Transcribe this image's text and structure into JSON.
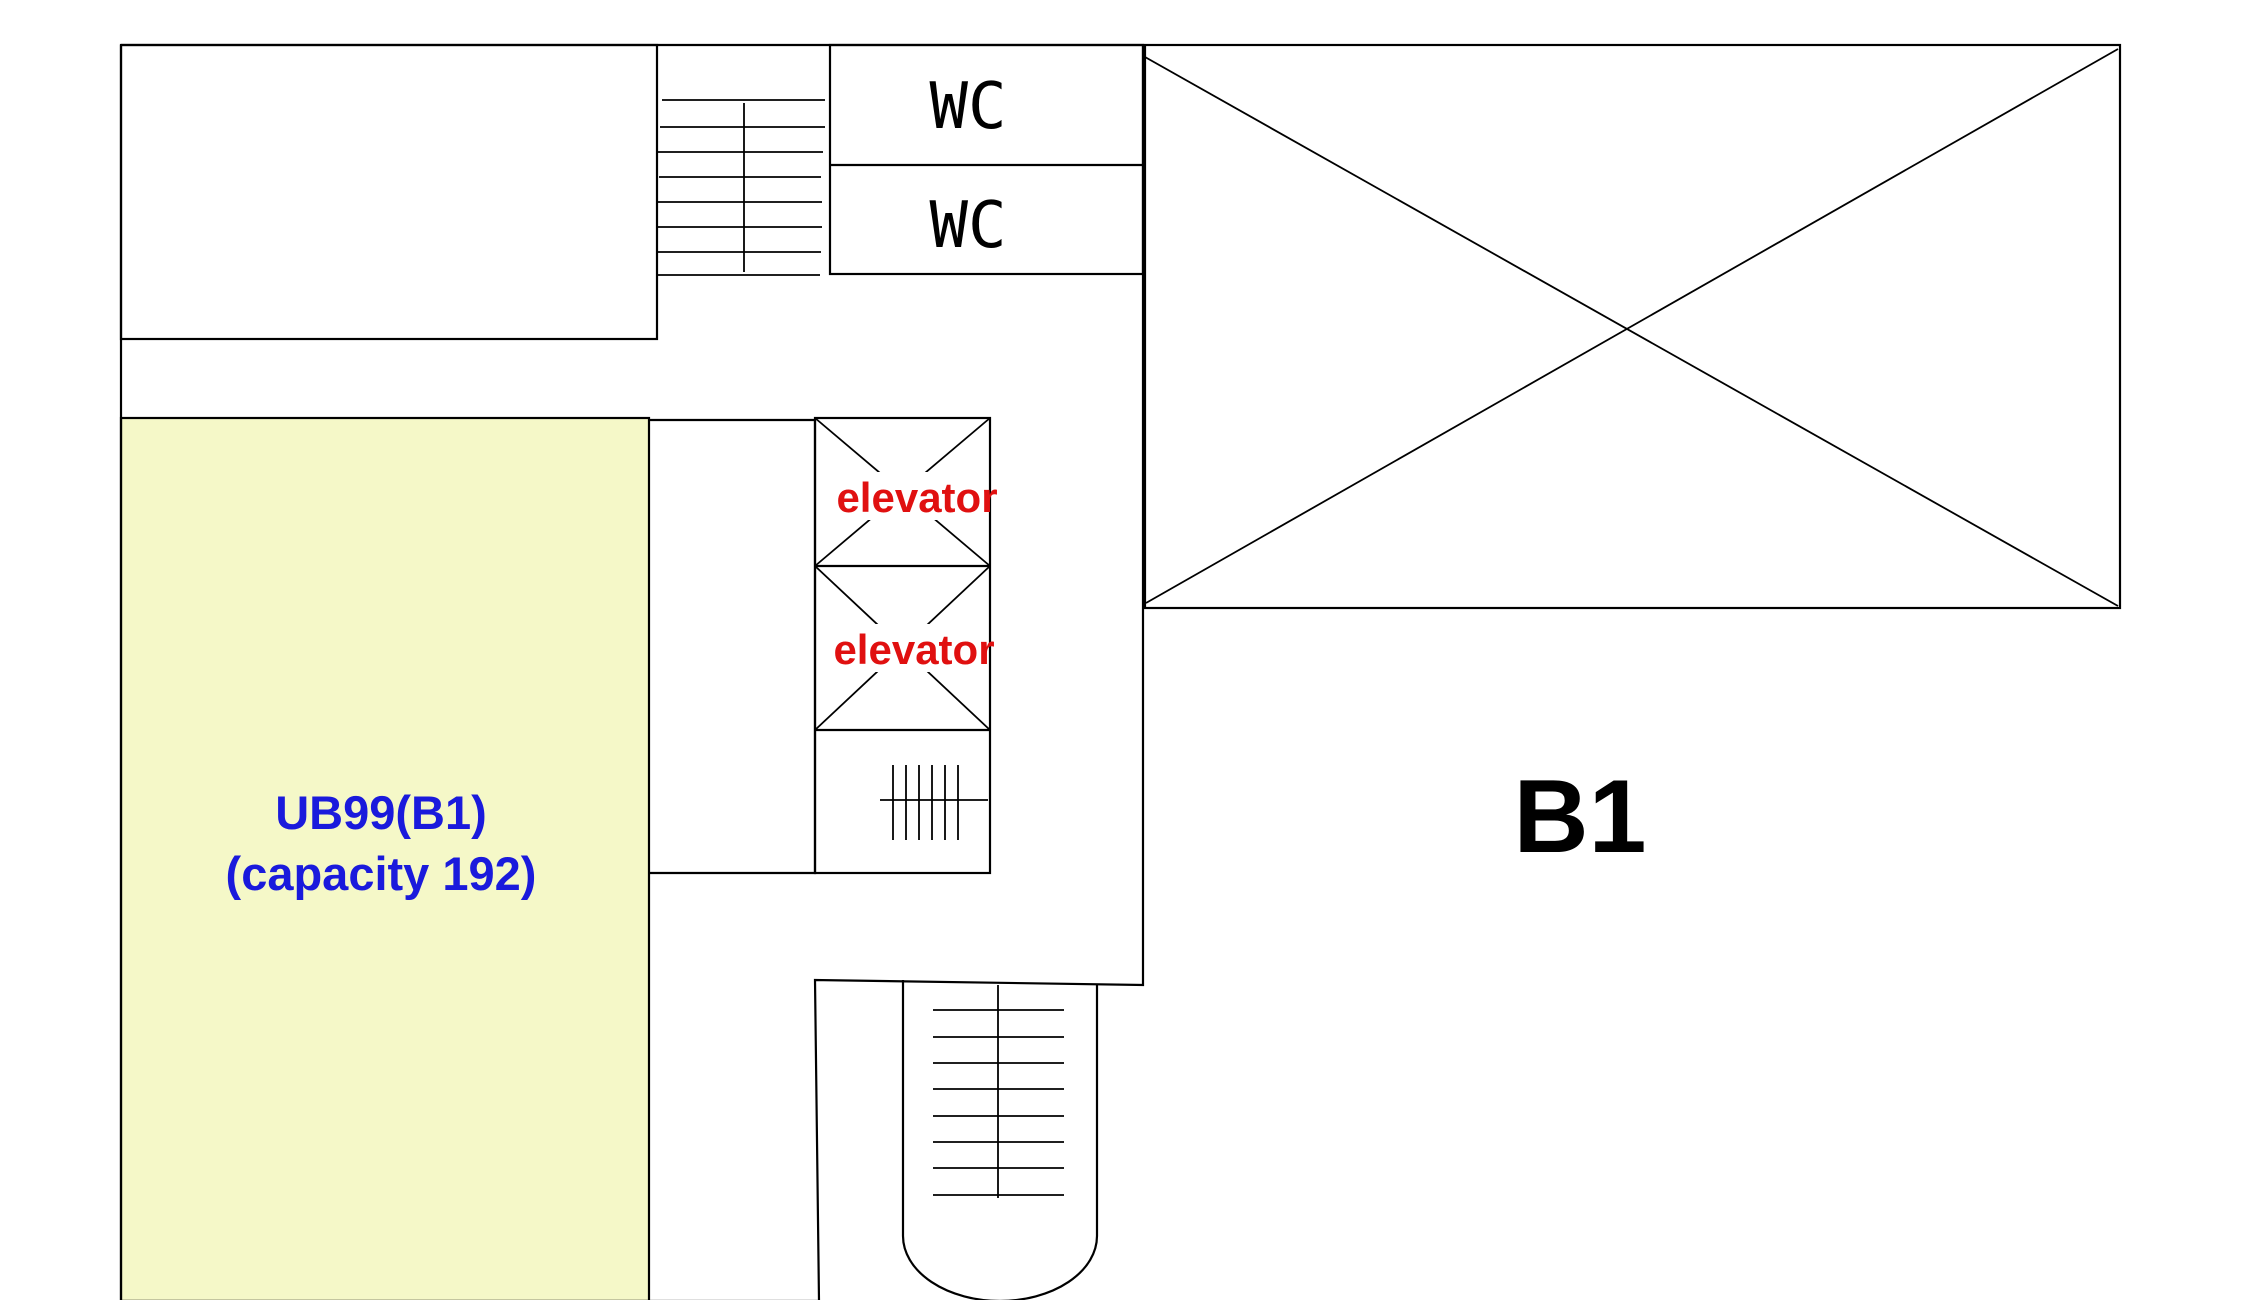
{
  "floor": {
    "label": "B1"
  },
  "restrooms": [
    {
      "label": "WC"
    },
    {
      "label": "WC"
    }
  ],
  "elevators": [
    {
      "label": "elevator"
    },
    {
      "label": "elevator"
    }
  ],
  "room": {
    "name": "UB99(B1)",
    "capacity_text": "(capacity 192)"
  },
  "colors": {
    "room_fill": "#f5f8c8",
    "room_text": "#1a1adc",
    "elevator_text": "#e01010",
    "line": "#000000"
  }
}
